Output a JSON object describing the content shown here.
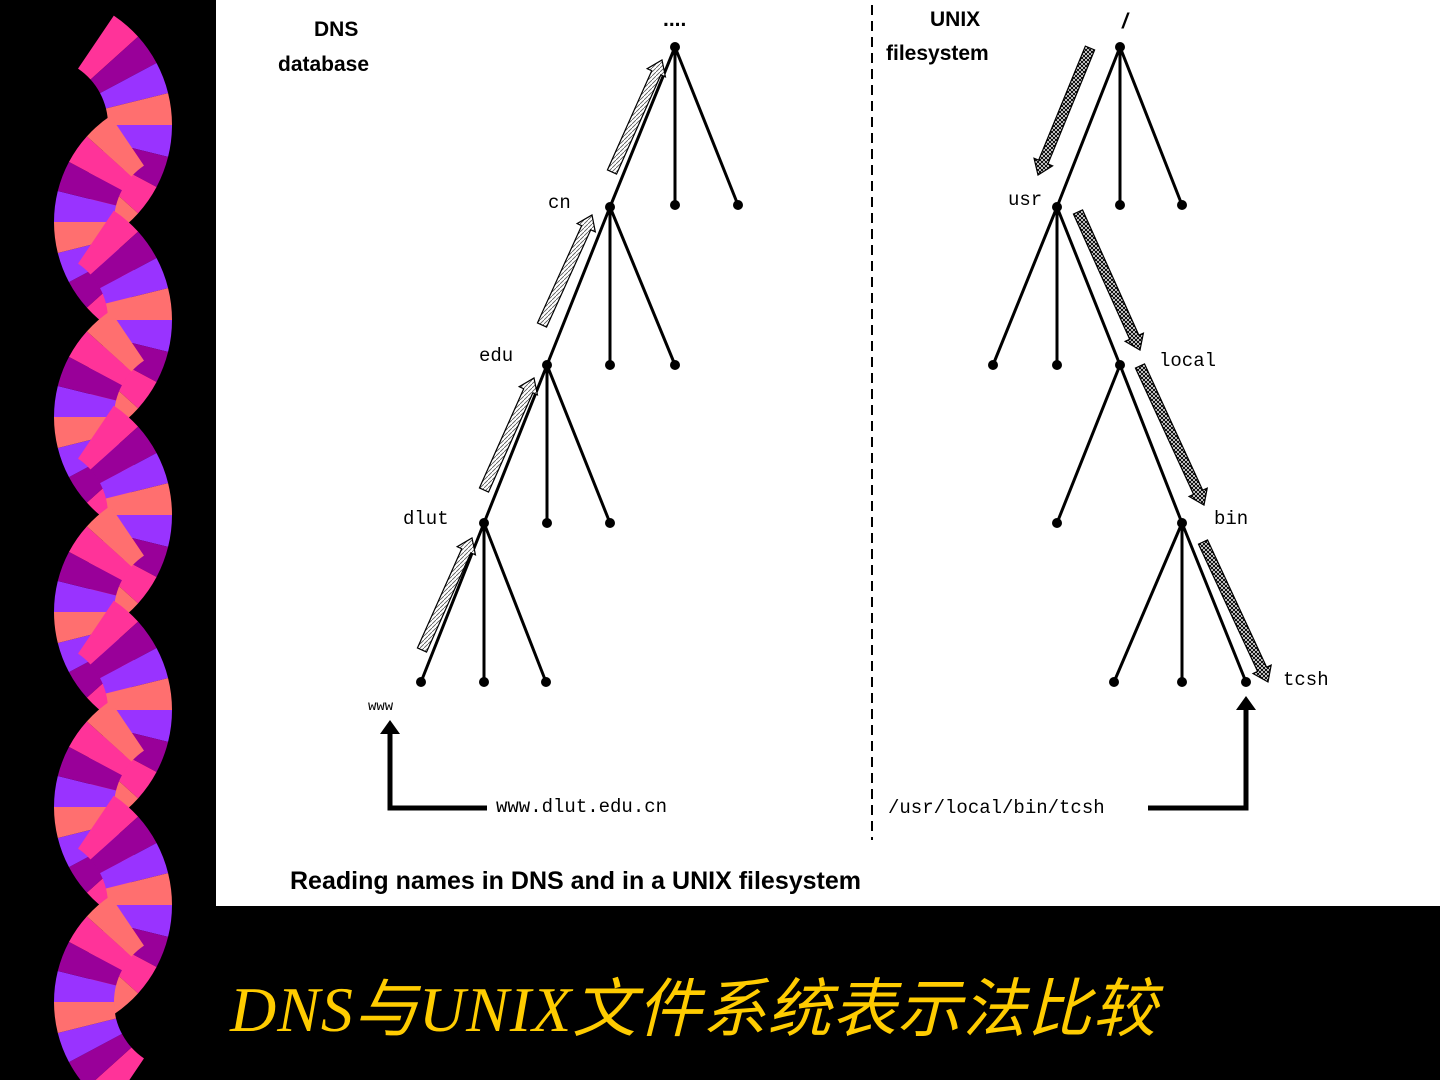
{
  "dns": {
    "heading_line1": "DNS",
    "heading_line2": "database",
    "root_label": "....",
    "nodes": [
      "cn",
      "edu",
      "dlut",
      "www"
    ],
    "full_name": "www.dlut.edu.cn"
  },
  "unix": {
    "heading_line1": "UNIX",
    "heading_line2": "filesystem",
    "root_label": "/",
    "nodes": [
      "usr",
      "local",
      "bin",
      "tcsh"
    ],
    "full_path": "/usr/local/bin/tcsh"
  },
  "caption": "Reading names in DNS and in a UNIX filesystem",
  "slide_title": "DNS与UNIX文件系统表示法比较",
  "colors": {
    "title": "#ffcc00",
    "band": [
      "#ff3399",
      "#990099",
      "#9933ff",
      "#ff6f6f"
    ]
  }
}
